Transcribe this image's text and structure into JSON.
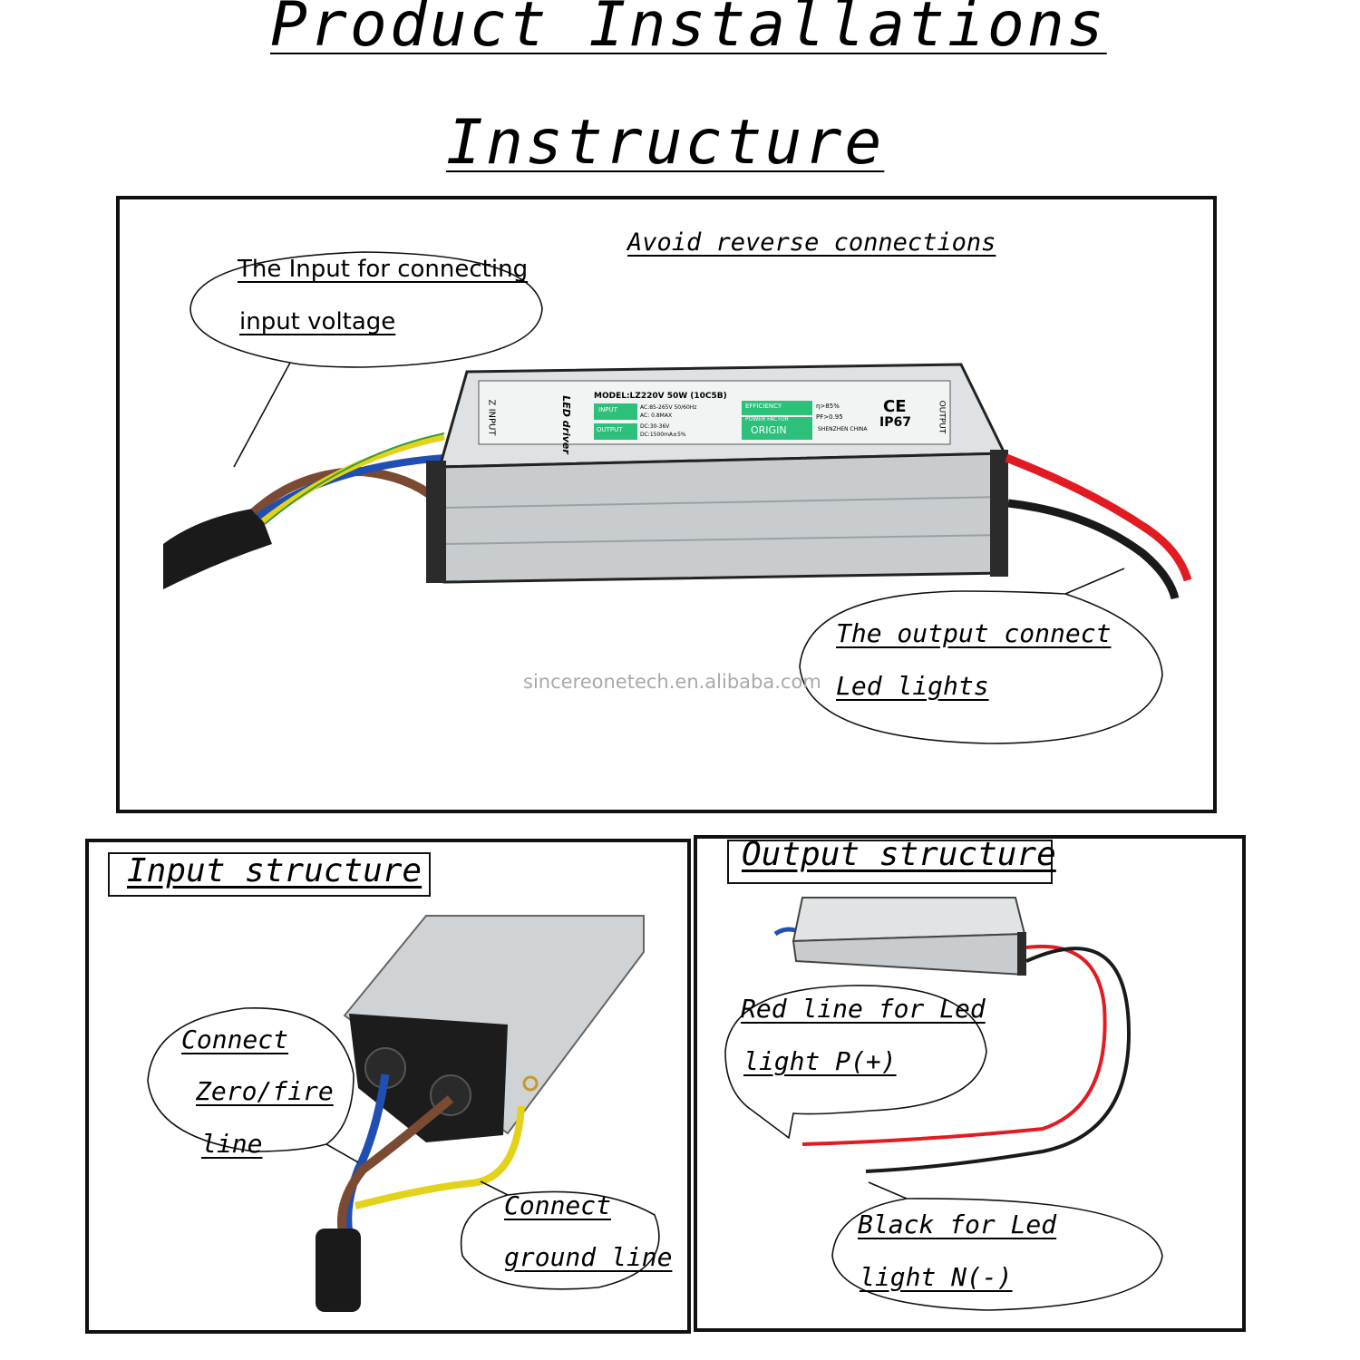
{
  "heading": {
    "line1": "Product Installations",
    "line2": "Instructure"
  },
  "top_panel": {
    "avoid_note": "Avoid reverse connections",
    "input_callout": {
      "line1": "The Input for connecting",
      "line2": "input voltage"
    },
    "output_callout": {
      "line1": "The output connect",
      "line2": "Led lights"
    },
    "watermark": "sincereonetech.en.alibaba.com"
  },
  "driver_label": {
    "model": "MODEL:LZ220V 50W (10C5B)",
    "input_tag": "INPUT",
    "input_spec_1": "AC:85-265V 50/60Hz",
    "input_spec_2": "AC: 0.8MAX",
    "output_tag": "OUTPUT",
    "output_spec_1": "DC:30-36V",
    "output_spec_2": "DC:1500mA±5%",
    "efficiency_tag": "EFFICIENCY",
    "efficiency_value": "η>85%",
    "factor_tag": "POWER FACTOR",
    "factor_value": "PF>0.95",
    "origin_tag": "ORIGIN",
    "origin_value": "SHENZHEN CHINA",
    "brand": "LED driver",
    "left_side": "Z INPUT",
    "right_side": "OUTPUT",
    "ce": "CE",
    "ip": "IP67"
  },
  "input_panel": {
    "title": "Input structure",
    "zero_callout": {
      "line1": "Connect",
      "line2": "Zero/fire",
      "line3": "line"
    },
    "ground_callout": {
      "line1": "Connect",
      "line2": "ground line"
    }
  },
  "output_panel": {
    "title": "Output structure",
    "red_callout": {
      "line1": "Red line for Led",
      "line2": "light  P(+)"
    },
    "black_callout": {
      "line1": "Black for Led",
      "line2": "light N(-)"
    }
  },
  "colors": {
    "housing": "#c8ccce",
    "label_green": "#2cc07a",
    "wire_red": "#e21b22",
    "wire_black": "#1a1a1a",
    "wire_brown": "#7a4a33",
    "wire_blue": "#1f4fb3",
    "wire_yellow": "#e3d21a",
    "watermark": "#a9a9a9"
  }
}
